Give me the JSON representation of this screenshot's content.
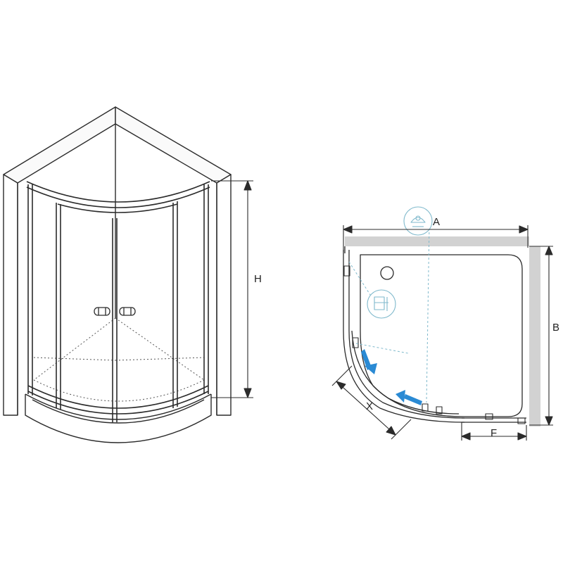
{
  "front_view": {
    "height_label": "H"
  },
  "plan_view": {
    "width_label": "A",
    "depth_label": "B",
    "diagonal_label": "X",
    "panel_label": "F"
  },
  "colors": {
    "line": "#2b2b2b",
    "wall_gray": "#d2d2d2",
    "arrow_blue": "#2a8ad4",
    "leader_teal": "#7fb9cc"
  }
}
